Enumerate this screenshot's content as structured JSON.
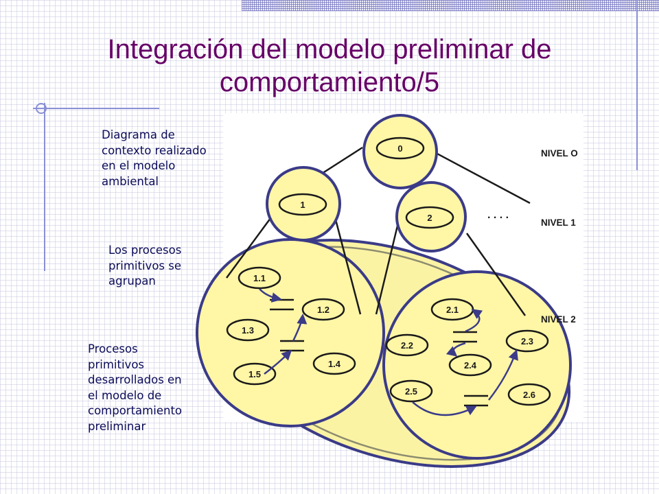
{
  "title": {
    "line1": "Integración del modelo preliminar de",
    "line2": "comportamiento/5"
  },
  "notes": {
    "context": [
      "Diagrama de",
      "contexto realizado",
      "en el modelo",
      "ambiental"
    ],
    "grouped": [
      "Los procesos",
      "primitivos se",
      "agrupan"
    ],
    "developed": [
      "Procesos",
      "primitivos",
      "desarrollados en",
      "el modelo de",
      "comportamiento",
      "preliminar"
    ]
  },
  "diagram": {
    "level_labels": {
      "level0": "NIVEL O",
      "level1": "NIVEL 1",
      "level2": "NIVEL 2"
    },
    "ellipsis": ". . . .",
    "processes": {
      "p0": "0",
      "p1": "1",
      "p2": "2",
      "p11": "1.1",
      "p12": "1.2",
      "p13": "1.3",
      "p14": "1.4",
      "p15": "1.5",
      "p21": "2.1",
      "p22": "2.2",
      "p23": "2.3",
      "p24": "2.4",
      "p25": "2.5",
      "p26": "2.6"
    },
    "colors": {
      "bubble_fill": "#fff6a6",
      "group_fill": "#fbf3a4",
      "outline": "#3b3b88",
      "title": "#660066",
      "note_text": "#0b0b58"
    }
  }
}
